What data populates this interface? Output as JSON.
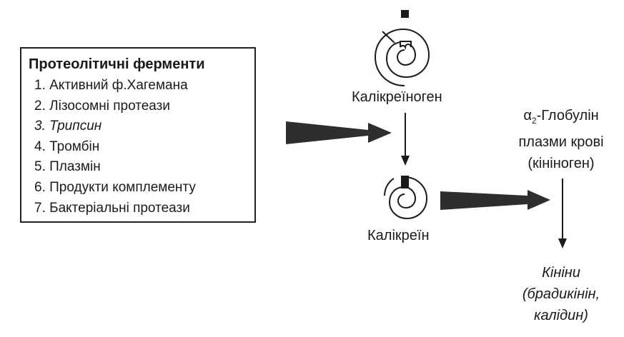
{
  "enzymes": {
    "title": "Протеолітичні ферменти",
    "items": [
      {
        "text": "1. Активний ф.Хагемана",
        "italic": false
      },
      {
        "text": "2. Лізосомні протеази",
        "italic": false
      },
      {
        "text": "3. Трипсин",
        "italic": true
      },
      {
        "text": "4. Тромбін",
        "italic": false
      },
      {
        "text": "5. Плазмін",
        "italic": false
      },
      {
        "text": "6. Продукти комплементу",
        "italic": false
      },
      {
        "text": "7. Бактеріальні протеази",
        "italic": false
      }
    ]
  },
  "kallikreinogen": {
    "label": "Калікреїноген"
  },
  "kallikrein": {
    "label": "Калікреїн"
  },
  "globulin": {
    "alpha": "α",
    "subscript": "2",
    "line1_rest": "-Глобулін",
    "line2": "плазми крові",
    "line3": "(кініноген)"
  },
  "kinins": {
    "line1": "Кініни",
    "line2": "(брадикінін,",
    "line3": "калідин)"
  },
  "colors": {
    "ink": "#1a1a1a",
    "arrow_fill": "#2e2e2e"
  }
}
